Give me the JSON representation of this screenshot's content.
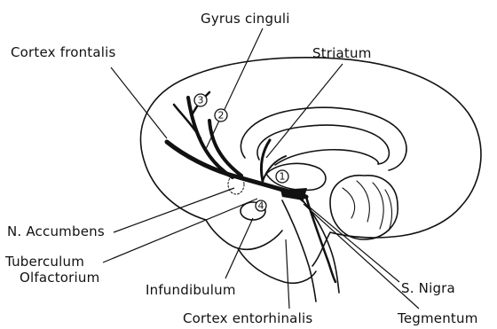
{
  "labels": {
    "gyrus_cinguli": "Gyrus cinguli",
    "cortex_frontalis": "Cortex frontalis",
    "striatum": "Striatum",
    "n_accumbens": "N. Accumbens",
    "tuberculum": "Tuberculum",
    "olfactorium": "Olfactorium",
    "infundibulum": "Infundibulum",
    "s_nigra": "S. Nigra",
    "cortex_entorhinalis": "Cortex entorhinalis",
    "tegmentum": "Tegmentum"
  },
  "markers": [
    "1",
    "2",
    "3",
    "4"
  ],
  "colors": {
    "ink": "#111111",
    "background": "#ffffff"
  }
}
